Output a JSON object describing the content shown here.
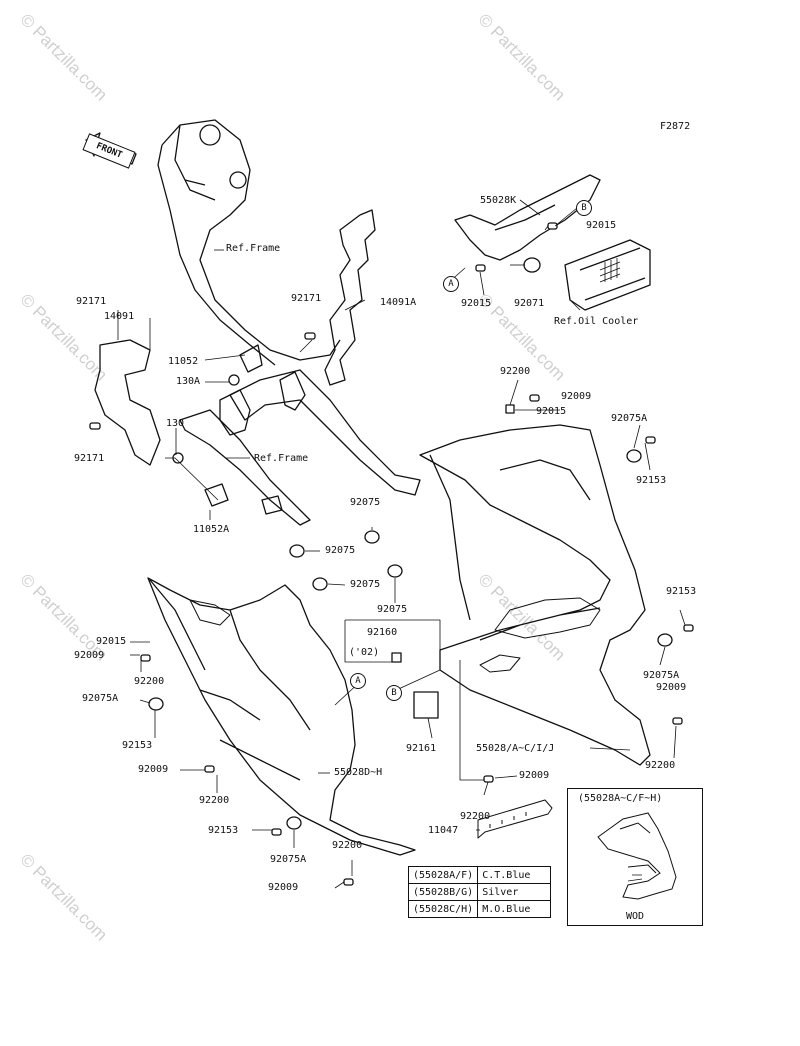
{
  "watermarks": [
    "© Partzilla.com",
    "© Partzilla.com",
    "© Partzilla.com",
    "© Partzilla.com",
    "© Partzilla.com",
    "© Partzilla.com",
    "© Partzilla.com"
  ],
  "figure_code": "F2872",
  "front_label": "FRONT",
  "labels": {
    "ref_frame_top": "Ref.Frame",
    "ref_frame_mid": "Ref.Frame",
    "ref_oil_cooler": "Ref.Oil Cooler",
    "p55028k": "55028K",
    "p92015_b": "92015",
    "p92015_a": "92015",
    "p92071": "92071",
    "p14091a": "14091A",
    "p92171_r": "92171",
    "p92171_l": "92171",
    "p14091": "14091",
    "p92171_bl": "92171",
    "p11052": "11052",
    "p130a": "130A",
    "p130": "130",
    "p11052a": "11052A",
    "p92200_top": "92200",
    "p92009_top": "92009",
    "p92015_mid": "92015",
    "p92075a_r": "92075A",
    "p92153_r": "92153",
    "p92075_1": "92075",
    "p92075_2": "92075",
    "p92075_3": "92075",
    "p92075_4": "92075",
    "p92160": "92160",
    "p02": "('02)",
    "p92015_l": "92015",
    "p92009_l": "92009",
    "p92200_l": "92200",
    "p92075a_l": "92075A",
    "p92153_l": "92153",
    "p92153_r2": "92153",
    "p92075a_r2": "92075A",
    "p92009_r2": "92009",
    "p92161": "92161",
    "p55028_acij": "55028/A~C/I/J",
    "p92200_r2": "92200",
    "p92009_bl": "92009",
    "p92200_bl": "92200",
    "p55028dh": "55028D~H",
    "p92009_c": "92009",
    "p92200_c": "92200",
    "p11047": "11047",
    "p92153_b": "92153",
    "p92075a_b": "92075A",
    "p92200_b": "92200",
    "p92009_b": "92009",
    "inset_title": "(55028A~C/F~H)",
    "inset_caption": "WOD"
  },
  "callouts": {
    "a1": "A",
    "b1": "B",
    "a2": "A",
    "b2": "B"
  },
  "color_table": [
    {
      "parts": "(55028A/F)",
      "color": "C.T.Blue"
    },
    {
      "parts": "(55028B/G)",
      "color": "Silver"
    },
    {
      "parts": "(55028C/H)",
      "color": "M.O.Blue"
    }
  ]
}
